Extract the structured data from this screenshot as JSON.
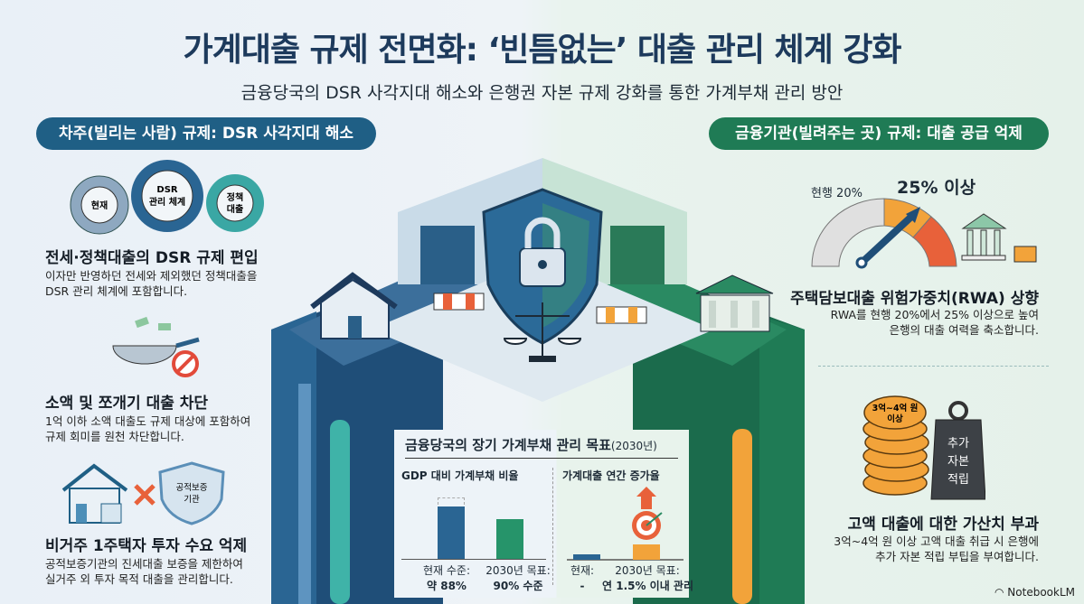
{
  "title": "가계대출 규제 전면화: ‘빈틈없는’ 대출 관리 체계 강화",
  "subtitle": "금융당국의 DSR 사각지대 해소와 은행권 자본 규제 강화를 통한 가계부채 관리 방안",
  "left": {
    "header": "차주(빌리는 사람) 규제: DSR 사각지대 해소",
    "gears": [
      "현재",
      "DSR",
      "관리 체계",
      "정책",
      "대출"
    ],
    "items": [
      {
        "title": "전세·정책대출의 DSR 규제 편입",
        "desc": [
          "이자만 반영하던 전세와 제외했던 정책대출을",
          "DSR 관리 체계에 포함합니다."
        ]
      },
      {
        "title": "소액 및 쪼개기 대출 차단",
        "desc": [
          "1억 이하 소액 대출도 규제 대상에 포함하여",
          "규제 회미를 원천 차단합니다."
        ]
      },
      {
        "title": "비거주 1주택자 투자 수요 억제",
        "desc": [
          "공적보증기관의 진세대출 보증을 제한하여",
          "실거주 외 투자 목적 대출을 관리합니다."
        ]
      }
    ],
    "shield_text": [
      "공적보증",
      "기관"
    ]
  },
  "right": {
    "header": "금융기관(빌려주는 곳) 규제: 대출 공급 억제",
    "gauge": {
      "current_label": "현행 20%",
      "target_label": "25% 이상"
    },
    "items": [
      {
        "title": "주택담보대출 위험가중치(RWA) 상향",
        "desc": [
          "RWA를 현행 20%에서 25% 이상으로 높여",
          "은행의 대출 여력을 축소합니다."
        ]
      },
      {
        "title": "고액 대출에 대한 가산치 부과",
        "desc": [
          "3억~4억 원 이상 고액 대출 취급 시 은행에",
          "추가 자본 적립 부팁을 부여합니다."
        ]
      }
    ],
    "coin_text": [
      "3억~4억 원",
      "이상"
    ],
    "weight_text": [
      "추가",
      "자본",
      "적립"
    ]
  },
  "center": {
    "title": "금융당국의 장기 가계부채 관리 목표",
    "title_year": "(2030년)",
    "gdp": {
      "title": "GDP 대비 가계부채 비율",
      "current": [
        "현재 수준:",
        "약 88%"
      ],
      "target": [
        "2030년 목표:",
        "90% 수준"
      ]
    },
    "growth": {
      "title": "가계대출 연간 증가율",
      "current": [
        "현재:",
        "-"
      ],
      "target": [
        "2030년 목표:",
        "연 1.5% 이내 관리"
      ]
    }
  },
  "colors": {
    "blue": "#1f5f85",
    "green": "#1f7b55",
    "orange": "#f2a33a"
  },
  "watermark": "NotebookLM"
}
